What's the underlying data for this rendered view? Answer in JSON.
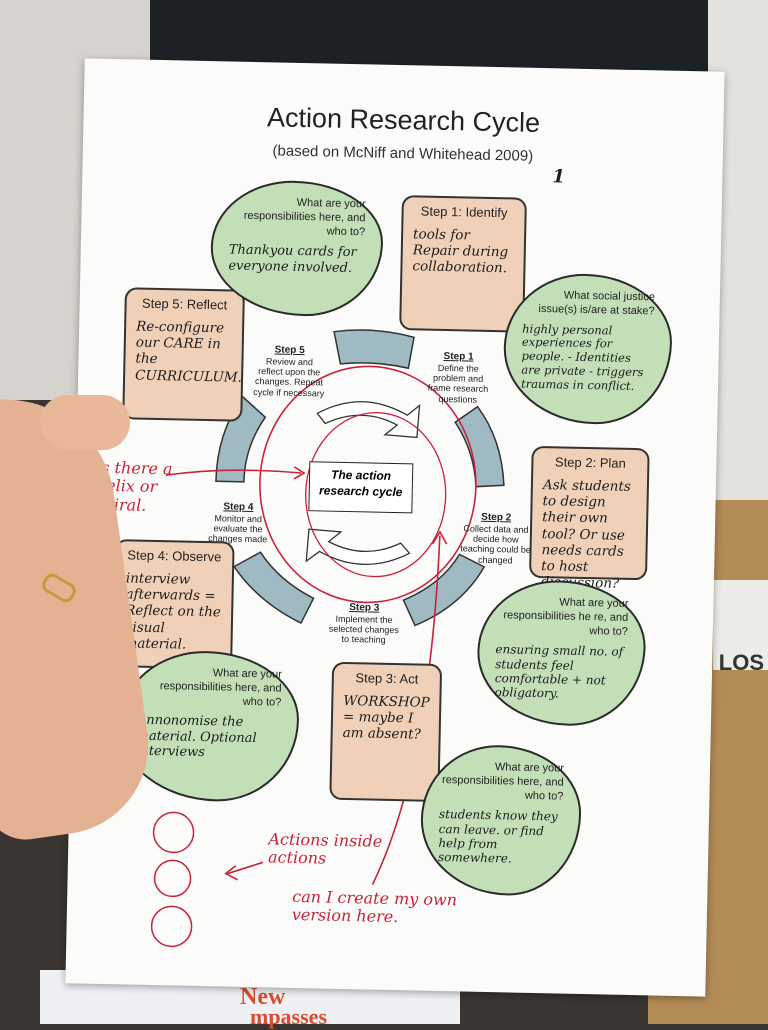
{
  "book": {
    "line1": "New",
    "line2": "mpasses"
  },
  "right_book": {
    "text": "LOS"
  },
  "handout": {
    "title": "Action Research Cycle",
    "subtitle": "(based on McNiff and Whitehead 2009)",
    "page_number": "1",
    "center_label": "The action research cycle",
    "steps": [
      {
        "title": "Step 1: Identify",
        "note": "tools for Repair during collaboration."
      },
      {
        "title": "Step 2: Plan",
        "note": "Ask students to design their own tool? Or use needs cards to host discussion?"
      },
      {
        "title": "Step 3: Act",
        "note": "WORKSHOP = maybe I am absent?"
      },
      {
        "title": "Step 4: Observe",
        "note": "interview afterwards = Reflect on the visual material."
      },
      {
        "title": "Step 5: Reflect",
        "note": "Re-configure our CARE in the CURRICULUM."
      }
    ],
    "arc_labels": [
      {
        "head": "Step 1",
        "body": "Define the problem and frame research questions"
      },
      {
        "head": "Step 2",
        "body": "Collect data and decide how teaching could be changed"
      },
      {
        "head": "Step 3",
        "body": "Implement the selected changes to teaching"
      },
      {
        "head": "Step 4",
        "body": "Monitor and evaluate the changes made"
      },
      {
        "head": "Step 5",
        "body": "Review and reflect upon the changes. Repeat cycle if necessary"
      }
    ],
    "clouds": [
      {
        "question": "What are your responsibilities here, and who to?",
        "note": "Thankyou cards for everyone involved."
      },
      {
        "question": "What social justice issue(s) is/are at stake?",
        "note": "highly personal experiences for people. - Identities are private - triggers traumas in conflict."
      },
      {
        "question": "What are your responsibilities he re, and who to?",
        "note": "ensuring small no. of students feel comfortable + not obligatory."
      },
      {
        "question": "What are your responsibilities here, and who to?",
        "note": "Annonomise the material. Optional interviews"
      },
      {
        "question": "What are your responsibilities here, and who to?",
        "note": "students know they can leave. or find help from somewhere."
      }
    ],
    "red_notes": {
      "helix": "is there a helix or spiral.",
      "actions": "Actions inside actions",
      "create": "can I create my own version here."
    }
  },
  "colors": {
    "step_fill": "#f0d1b8",
    "cloud_fill": "#c2dfb7",
    "arc_fill": "#9fbac3",
    "red_ink": "#c8233a"
  }
}
